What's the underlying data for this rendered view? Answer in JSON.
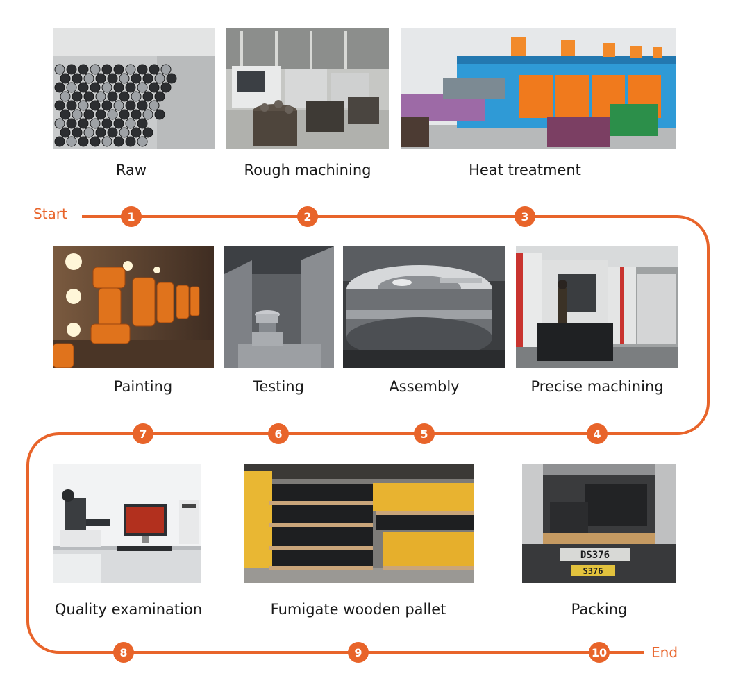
{
  "flow": {
    "start_label": "Start",
    "end_label": "End",
    "accent_color": "#e8642a"
  },
  "steps": [
    {
      "number": "1",
      "label": "Raw",
      "photo": "steel-bars-photo"
    },
    {
      "number": "2",
      "label": "Rough machining",
      "photo": "rough-machining-photo"
    },
    {
      "number": "3",
      "label": "Heat treatment",
      "photo": "heat-treatment-furnace-photo"
    },
    {
      "number": "4",
      "label": "Precise machining",
      "photo": "cnc-machine-photo"
    },
    {
      "number": "5",
      "label": "Assembly",
      "photo": "idler-wheel-photo"
    },
    {
      "number": "6",
      "label": "Testing",
      "photo": "testing-chuck-photo"
    },
    {
      "number": "7",
      "label": "Painting",
      "photo": "painting-line-photo"
    },
    {
      "number": "8",
      "label": "Quality examination",
      "photo": "microscope-lab-photo"
    },
    {
      "number": "9",
      "label": "Fumigate wooden pallet",
      "photo": "pallets-photo"
    },
    {
      "number": "10",
      "label": "Packing",
      "photo": "container-truck-photo"
    }
  ],
  "truck_plate": "DS376",
  "truck_plate_lower": "S376"
}
